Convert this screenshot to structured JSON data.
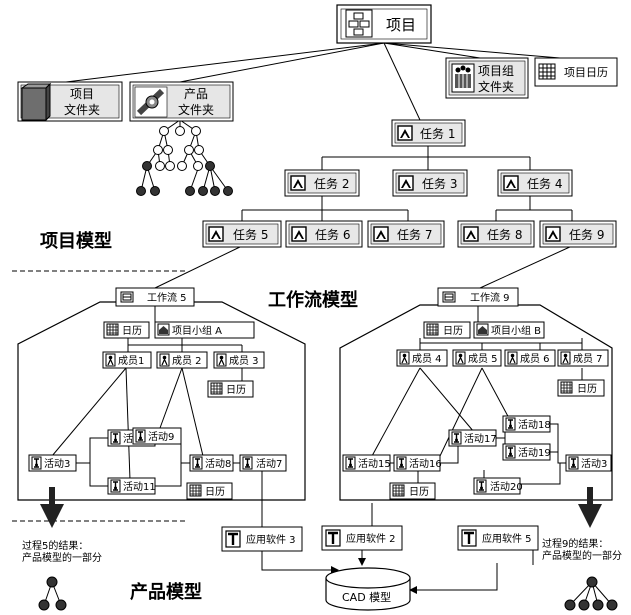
{
  "project": {
    "label": "项目"
  },
  "folders": {
    "project_folder": [
      "项目",
      "文件夹"
    ],
    "product_folder": [
      "产品",
      "文件夹"
    ],
    "team_folder": [
      "项目组",
      "文件夹"
    ],
    "calendar": "项目日历"
  },
  "tasks": {
    "t1": "任务 1",
    "t2": "任务 2",
    "t3": "任务 3",
    "t4": "任务 4",
    "t5": "任务 5",
    "t6": "任务 6",
    "t7": "任务 7",
    "t8": "任务 8",
    "t9": "任务 9"
  },
  "section_labels": {
    "project_model": "项目模型",
    "workflow_model": "工作流模型",
    "product_model": "产品模型"
  },
  "workflow5": {
    "title": "工作流 5",
    "calendar": "日历",
    "team": "项目小组 A",
    "members": [
      "成员1",
      "成员 2",
      "成员 3"
    ],
    "member_calendar": "日历",
    "activities": {
      "a3": "活动3",
      "a10": "活动10",
      "a9": "活动9",
      "a8": "活动8",
      "a7": "活动7",
      "a11": "活动11"
    },
    "bottom_calendar": "日历"
  },
  "workflow9": {
    "title": "工作流 9",
    "calendar": "日历",
    "team": "项目小组 B",
    "members": [
      "成员 4",
      "成员 5",
      "成员 6",
      "成员 7"
    ],
    "member_calendar": "日历",
    "activities": {
      "a15": "活动15",
      "a16": "活动16",
      "a17": "活动17",
      "a18": "活动18",
      "a19": "活动19",
      "a3": "活动3",
      "a20": "活动20"
    },
    "bottom_calendar": "日历"
  },
  "software": {
    "s3": "应用软件 3",
    "s2": "应用软件 2",
    "s5": "应用软件 5"
  },
  "cad": "CAD 模型",
  "results": {
    "left": [
      "过程5的结果：",
      "产品模型的一部分"
    ],
    "right": [
      "过程9的结果：",
      "产品模型的一部分"
    ]
  }
}
